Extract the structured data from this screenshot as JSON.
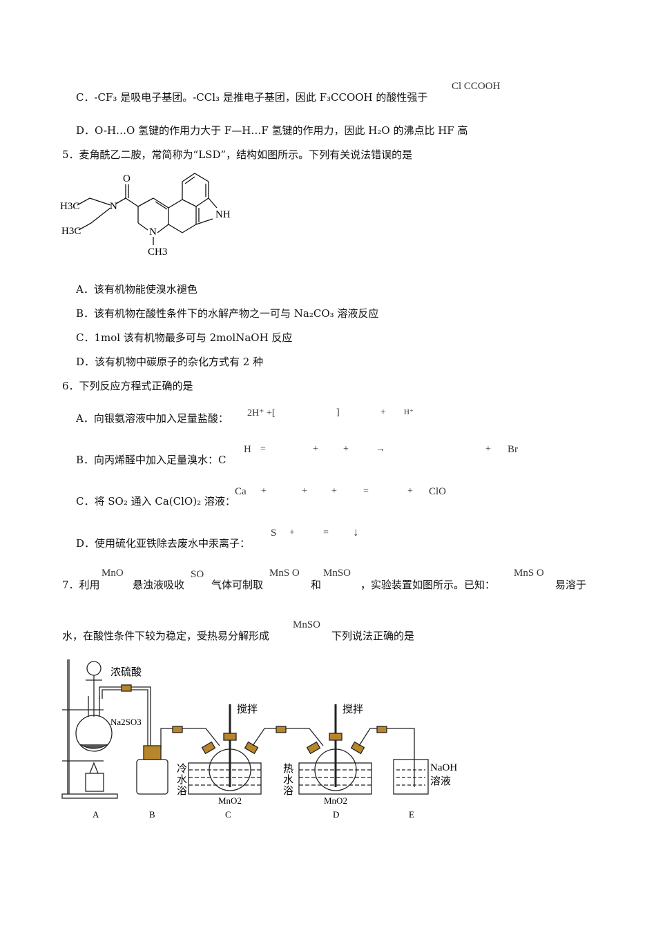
{
  "q4": {
    "optC_text": "C．-CF₃ 是吸电子基团。-CCl₃ 是推电子基团，因此 F₃CCOOH 的酸性强于",
    "optC_formula": "Cl CCOOH",
    "optD_text": "D．O-H…O 氢键的作用力大于 F—H…F 氢键的作用力，因此 H₂O 的沸点比 HF 高"
  },
  "q5": {
    "stem": "5．麦角酰乙二胺，常简称为“LSD”，结构如图所示。下列有关说法错误的是",
    "structure_labels": {
      "o": "O",
      "n_amide": "N",
      "h3c_top": "H3C",
      "h3c_bot": "H3C",
      "n_ring": "N",
      "ch3": "CH3",
      "nh": "NH"
    },
    "options": [
      "A．该有机物能使溴水褪色",
      "B．该有机物在酸性条件下的水解产物之一可与 Na₂CO₃ 溶液反应",
      "C．1mol 该有机物最多可与 2molNaOH 反应",
      "D．该有机物中碳原子的杂化方式有 2 种"
    ]
  },
  "q6": {
    "stem": "6．下列反应方程式正确的是",
    "optA": "A．向银氨溶液中加入足量盐酸：",
    "optA_frags": [
      "2H⁺ +[",
      "]",
      "+",
      "H⁺"
    ],
    "optB": "B．向丙烯醛中加入足量溴水：C",
    "optB_frags": [
      "H",
      "=",
      "+",
      "+",
      "→",
      "+",
      "Br"
    ],
    "optC": "C．将 SO₂ 通入 Ca(ClO)₂ 溶液：",
    "optC_frags": [
      "Ca",
      "+",
      "+",
      "+",
      "=",
      "+",
      "ClO"
    ],
    "optD": "D．使用硫化亚铁除去废水中汞离子：",
    "optD_frags": [
      "S",
      "+",
      "=",
      "↓"
    ]
  },
  "q7": {
    "line1_a": "7．利用",
    "frag_mno": "MnO",
    "line1_b": "悬浊液吸收",
    "frag_so": "SO",
    "line1_c": "气体可制取",
    "frag_mns_o": "MnS O",
    "line1_d": "和",
    "frag_mnso": "MnSO",
    "line1_e": "，实验装置如图所示。已知：",
    "frag_mns_o2": "MnS O",
    "line1_f": "易溶于",
    "line2_a": "水，在酸性条件下较为稳定，受热易分解形成",
    "frag_mnso2": "MnSO",
    "line2_b": "下列说法正确的是"
  },
  "apparatus": {
    "conc_acid": "浓硫酸",
    "na2so3": "Na2SO3",
    "stir1": "搅拌",
    "stir2": "搅拌",
    "cold_bath": [
      "冷",
      "水",
      "浴"
    ],
    "hot_bath": [
      "热",
      "水",
      "浴"
    ],
    "mno2_c": "MnO2",
    "mno2_d": "MnO2",
    "naoh": "NaOH",
    "solution": "溶液",
    "labels": [
      "A",
      "B",
      "C",
      "D",
      "E"
    ]
  }
}
